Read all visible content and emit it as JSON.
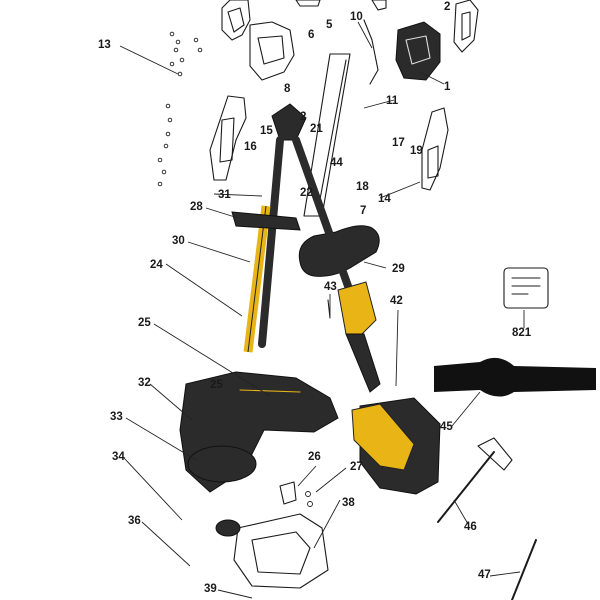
{
  "callouts": {
    "c1": "1",
    "c2": "2",
    "c2b": "2",
    "c5": "5",
    "c6": "6",
    "c8": "8",
    "c10": "10",
    "c11": "11",
    "c13": "13",
    "c14": "14",
    "c15": "15",
    "c16": "16",
    "c17": "17",
    "c18": "18",
    "c19": "19",
    "c21": "21",
    "c22": "22",
    "c24": "24",
    "c25": "25",
    "c25b": "25",
    "c26": "26",
    "c27": "27",
    "c28": "28",
    "c29": "29",
    "c30": "30",
    "c31": "31",
    "c32": "32",
    "c33": "33",
    "c34": "34",
    "c36": "36",
    "c38": "38",
    "c39": "39",
    "c42": "42",
    "c43": "43",
    "c44": "44",
    "c45": "45",
    "c46": "46",
    "c47": "47",
    "c821": "821",
    "c7": "7"
  },
  "colors": {
    "accent": "#e9b416",
    "body": "#2b2b2b",
    "line": "#1b1b1b"
  }
}
